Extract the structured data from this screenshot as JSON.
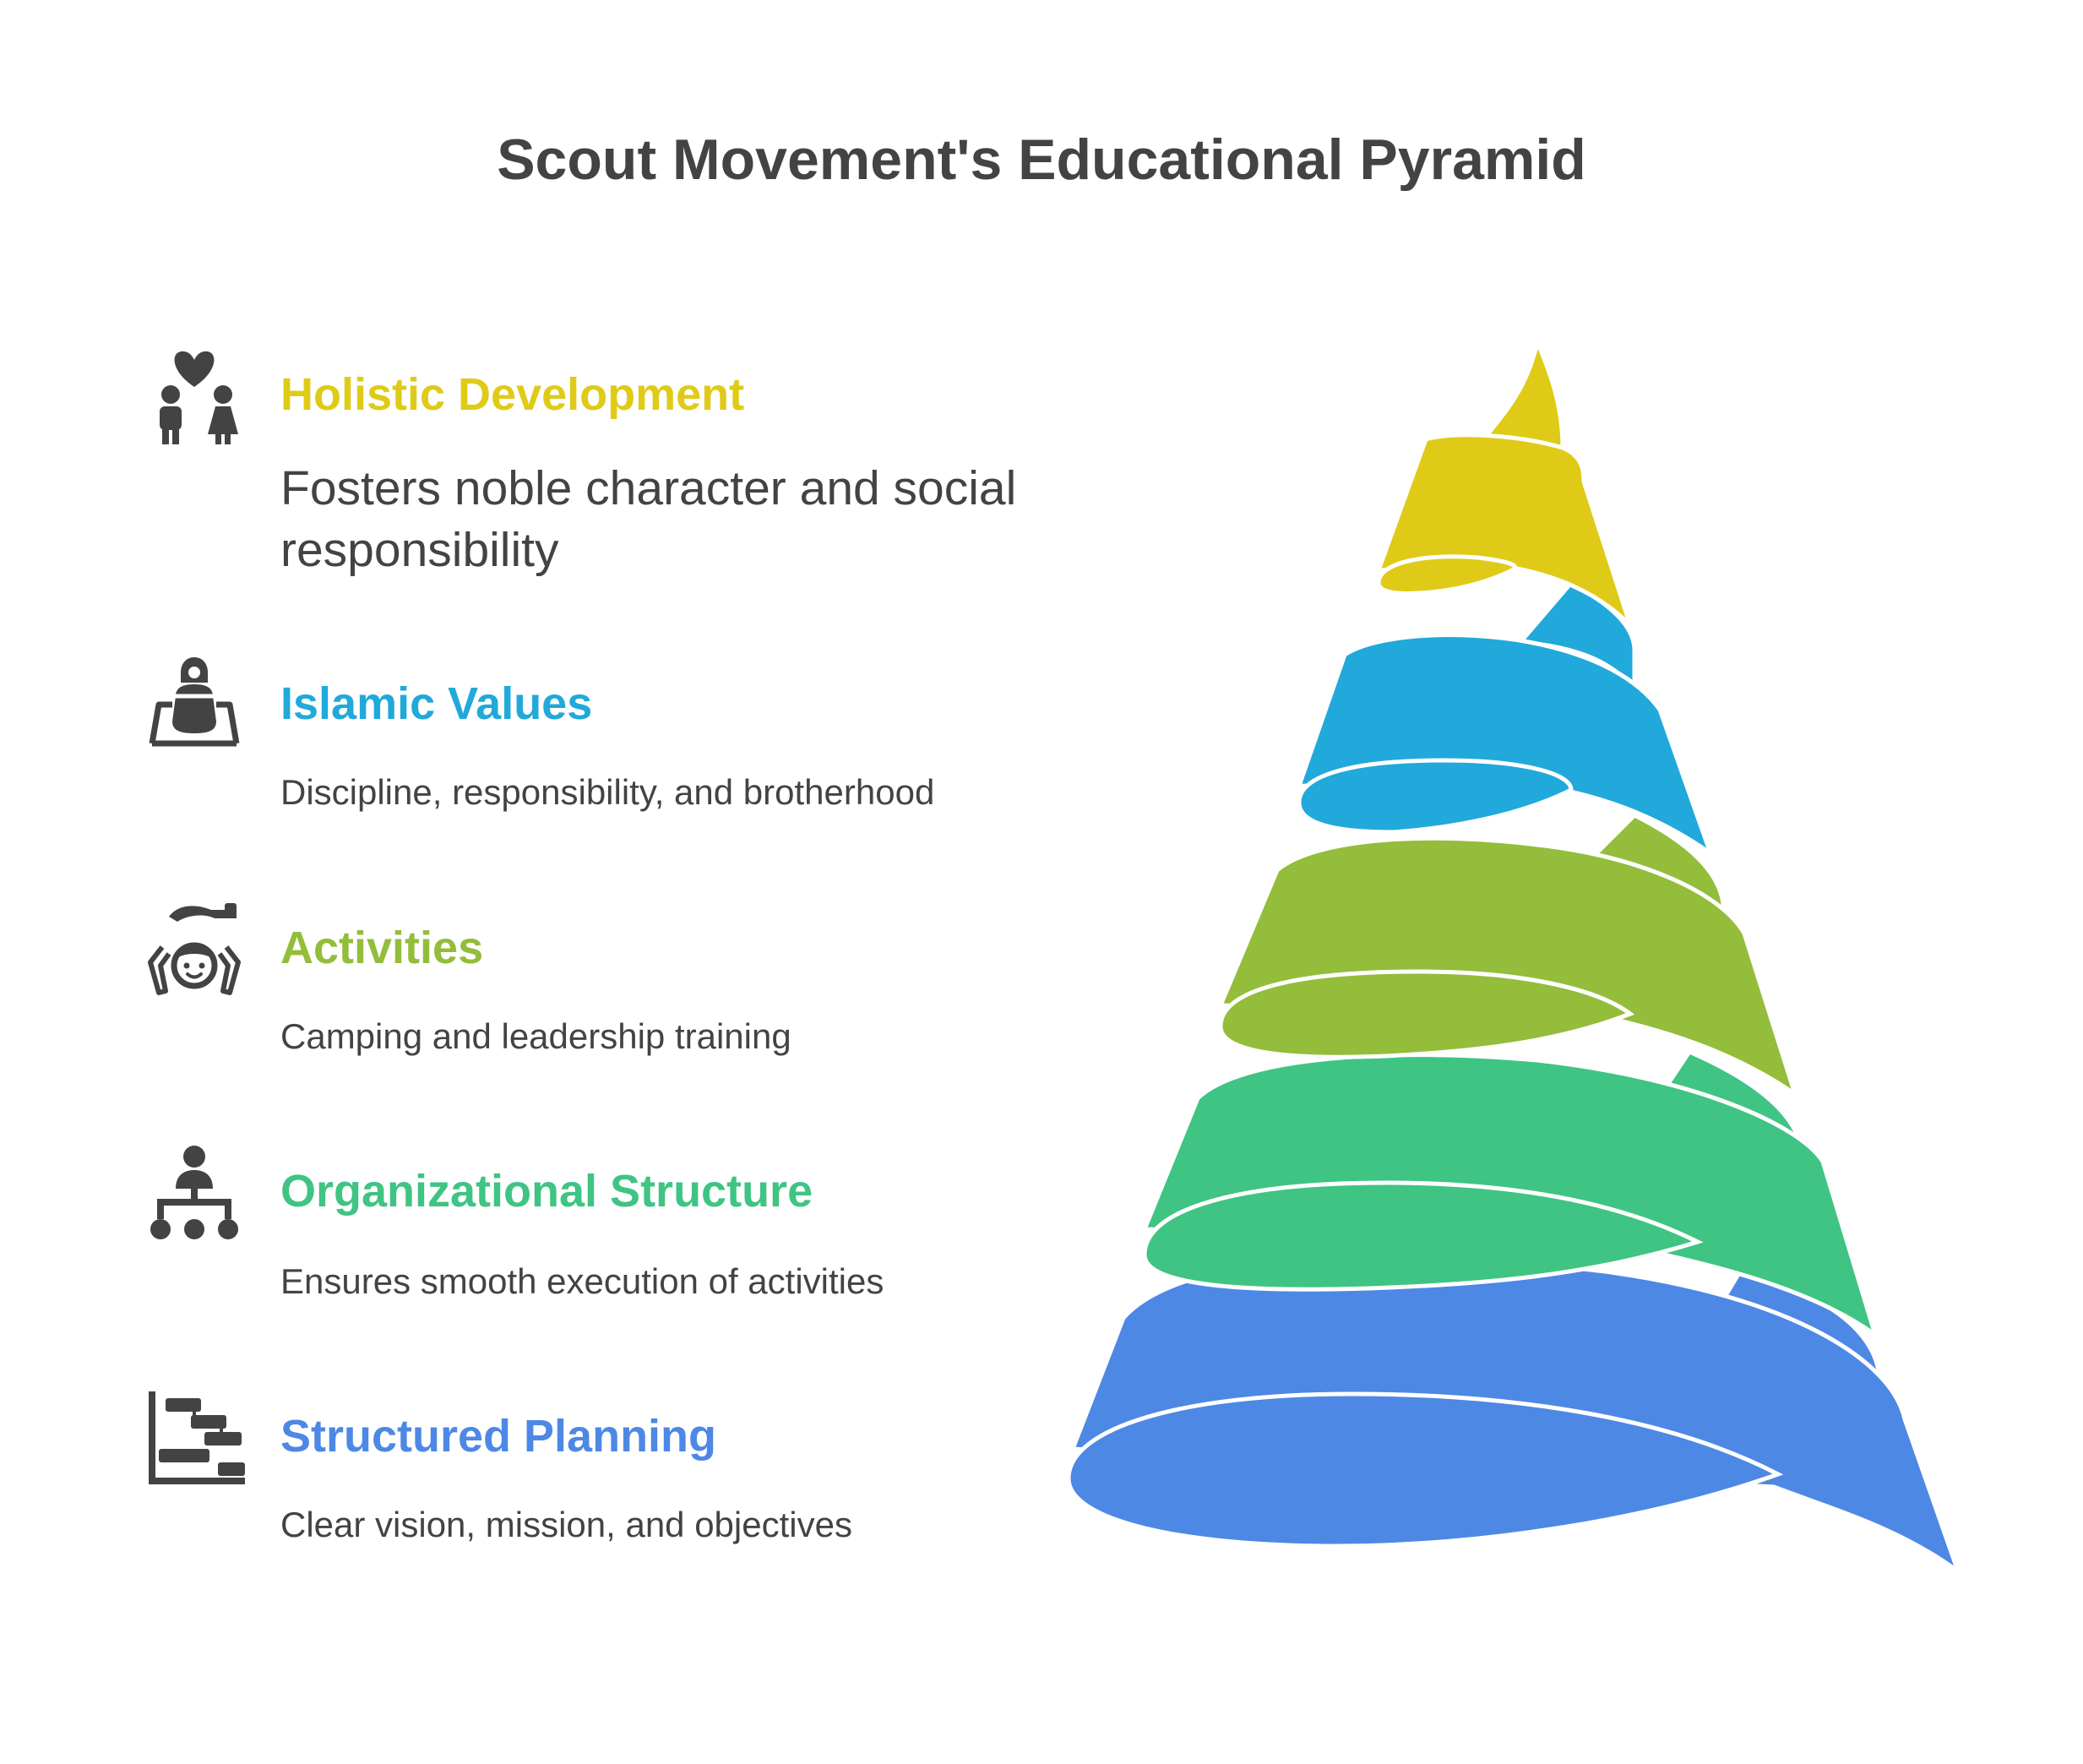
{
  "title": "Scout Movement's Educational Pyramid",
  "colors": {
    "text": "#434343",
    "icon": "#434343",
    "level1": "#DFCB17",
    "level2": "#20A9DA",
    "level3": "#93BD3A",
    "level4": "#3FC483",
    "level5": "#4E88E5"
  },
  "items": [
    {
      "heading": "Holistic Development",
      "description": "Fosters noble character and social responsibility",
      "icon": "children-heart-icon",
      "color": "#DFCB17"
    },
    {
      "heading": "Islamic Values",
      "description": "Discipline, responsibility, and brotherhood",
      "icon": "praying-person-icon",
      "color": "#20A9DA"
    },
    {
      "heading": "Activities",
      "description": "Camping and leadership training",
      "icon": "child-care-icon",
      "color": "#93BD3A"
    },
    {
      "heading": "Organizational Structure",
      "description": "Ensures smooth execution of activities",
      "icon": "hierarchy-icon",
      "color": "#3FC483"
    },
    {
      "heading": "Structured Planning",
      "description": "Clear vision, mission, and objectives",
      "icon": "gantt-chart-icon",
      "color": "#4E88E5"
    }
  ]
}
